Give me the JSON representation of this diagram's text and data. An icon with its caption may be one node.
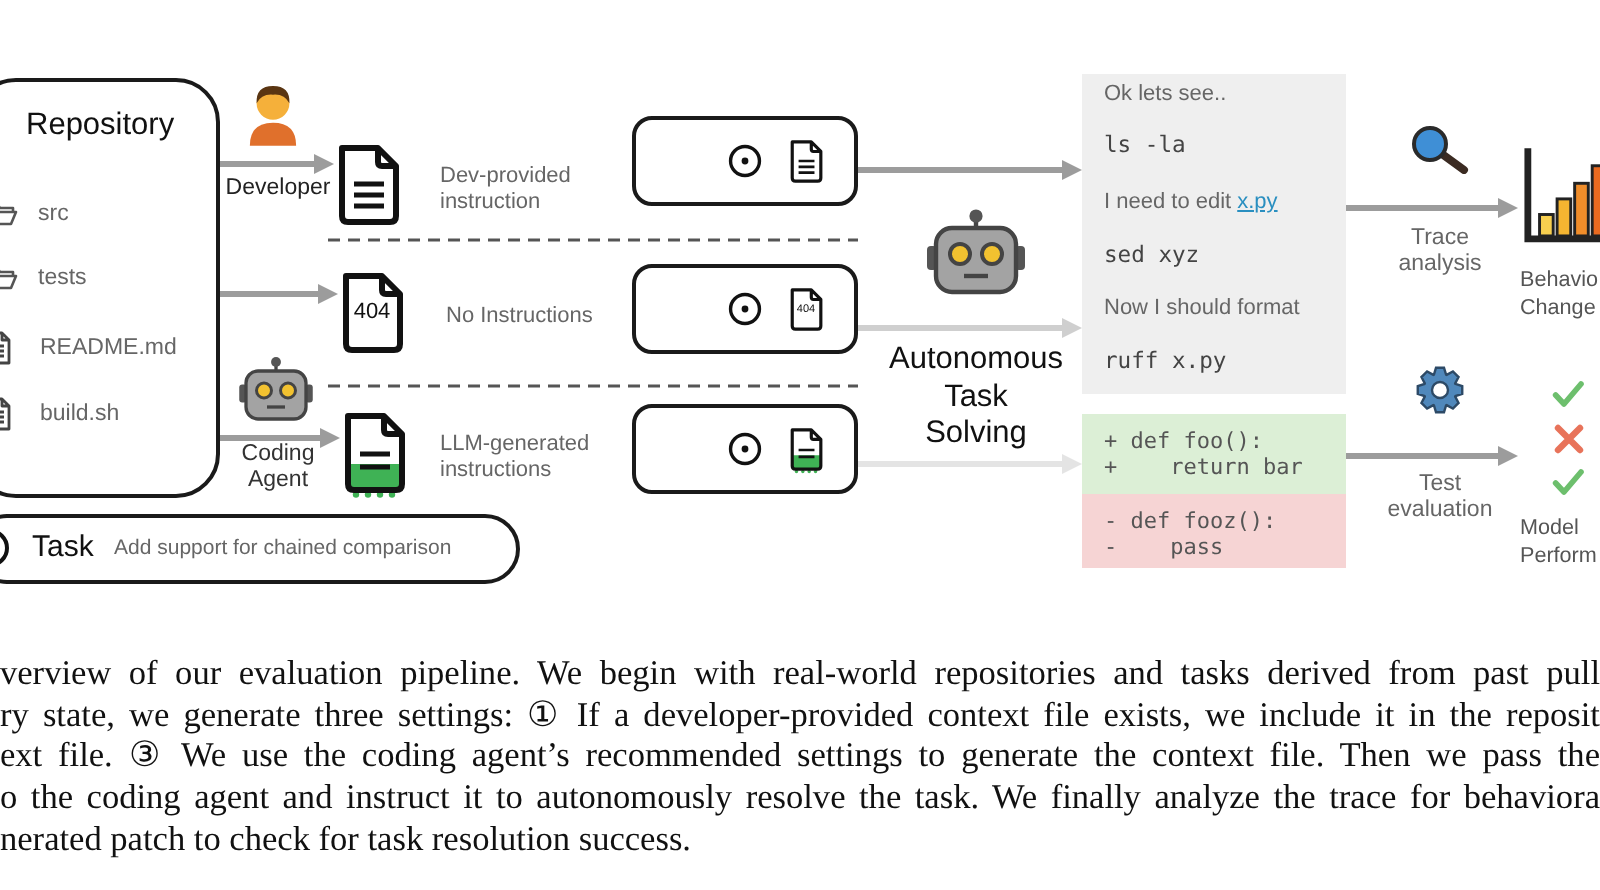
{
  "diagram": {
    "caption": "verview of our evaluation pipeline. We begin with real-world repositories and tasks derived from past pull ry state, we generate three settings: ① If a developer-provided context file exists, we include it in the reposit ext file. ③ We use the coding agent’s recommended settings to generate the context file. Then we pass the o the coding agent and instruct it to autonomously resolve the task. We finally analyze the trace for behaviora nerated patch to check for task resolution success.",
    "nodes": [
      {
        "text": [
          "Repository",
          "src",
          "tests",
          "README.md",
          "build.sh"
        ]
      },
      {
        "text": [
          "Task",
          "Add support for chained comparison"
        ]
      },
      {
        "text": [],
        "shape": "document",
        "beside": [
          "Dev-provided instruction"
        ]
      },
      {
        "text": [
          "404"
        ],
        "beside": [
          "No Instructions"
        ]
      },
      {
        "text": [],
        "shape": "document",
        "beside": [
          "LLM-generated instructions"
        ]
      },
      {
        "text": [],
        "shape": "box"
      },
      {
        "text": [],
        "shape": "document",
        "in": 5
      },
      {
        "text": [],
        "shape": "box"
      },
      {
        "text": [
          "404"
        ],
        "in": 7
      },
      {
        "text": [],
        "shape": "box"
      },
      {
        "text": [],
        "shape": "document",
        "in": 9
      },
      {
        "text": [
          "Ok lets see..",
          "ls -la",
          "I need to edit",
          "x.py",
          "sed xyz",
          "Now I should format",
          "ruff x.py"
        ]
      },
      {
        "text": [
          "+ def foo():",
          "+    return bar"
        ]
      },
      {
        "text": [
          "- def fooz():",
          "-    pass"
        ]
      },
      {
        "text": [
          "Behavio Change"
        ]
      },
      {
        "text": [
          "Model Perform"
        ]
      }
    ],
    "edges": [
      {
        "from": 0,
        "to": 2,
        "arrow": "to",
        "label": "Developer"
      },
      {
        "from": 0,
        "to": 3,
        "arrow": "to"
      },
      {
        "from": 0,
        "to": 4,
        "arrow": "to",
        "label": "Coding Agent"
      },
      {
        "from": 5,
        "to": 11,
        "arrow": "to"
      },
      {
        "from": 7,
        "to": 11,
        "arrow": "to",
        "color": "#cfcfcf"
      },
      {
        "from": 9,
        "to": 12,
        "arrow": "to",
        "color": "#e4e4e4"
      },
      {
        "from": 11,
        "to": 14,
        "arrow": "to",
        "label": "Trace analysis"
      },
      {
        "from": 12,
        "to": 15,
        "arrow": "to",
        "label": "Test evaluation"
      }
    ],
    "labels": [
      "Autonomous Task Solving"
    ]
  }
}
